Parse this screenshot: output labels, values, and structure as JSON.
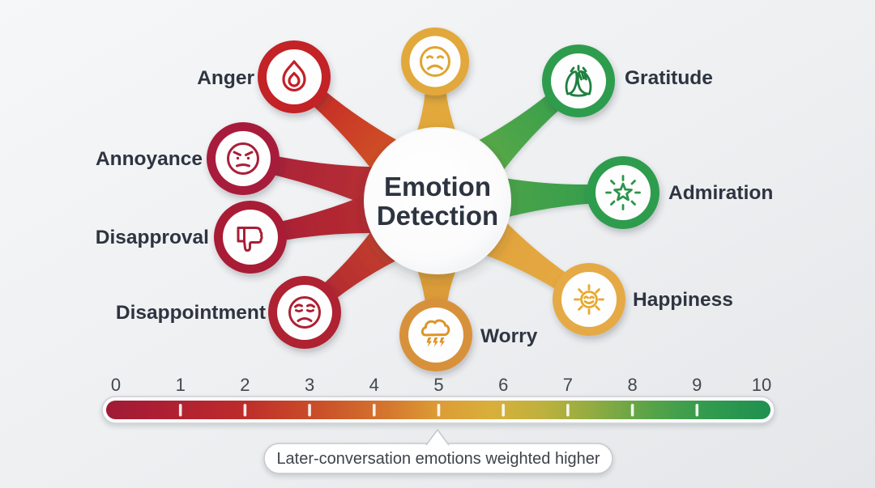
{
  "center": {
    "line1": "Emotion",
    "line2": "Detection"
  },
  "nodes": [
    {
      "label": "Anger",
      "icon": "flame-icon",
      "color": "#c32028"
    },
    {
      "label": "Annoyance",
      "icon": "angry-face-icon",
      "color": "#a81f3a"
    },
    {
      "label": "Disapproval",
      "icon": "thumbs-down-icon",
      "color": "#a81f36"
    },
    {
      "label": "Disappointment",
      "icon": "sad-face-icon",
      "color": "#ae2132"
    },
    {
      "label": "",
      "icon": "frown-face-icon",
      "color": "#e2a83b"
    },
    {
      "label": "Gratitude",
      "icon": "clapping-hands-icon",
      "color": "#2f9c4e"
    },
    {
      "label": "Admiration",
      "icon": "star-icon",
      "color": "#2f9c4e"
    },
    {
      "label": "Happiness",
      "icon": "smiling-sun-icon",
      "color": "#e5aa45"
    },
    {
      "label": "Worry",
      "icon": "storm-cloud-icon",
      "color": "#d8913a"
    }
  ],
  "scale": {
    "min": 0,
    "max": 10,
    "labels": [
      "0",
      "1",
      "2",
      "3",
      "4",
      "5",
      "6",
      "7",
      "8",
      "9",
      "10"
    ],
    "gradient_colors": [
      "#9f1b36",
      "#bc2b2a",
      "#d4752e",
      "#dc9c35",
      "#bdb13e",
      "#8cab42",
      "#339b4e",
      "#1f9050"
    ]
  },
  "callout": {
    "text": "Later-conversation emotions weighted higher"
  }
}
